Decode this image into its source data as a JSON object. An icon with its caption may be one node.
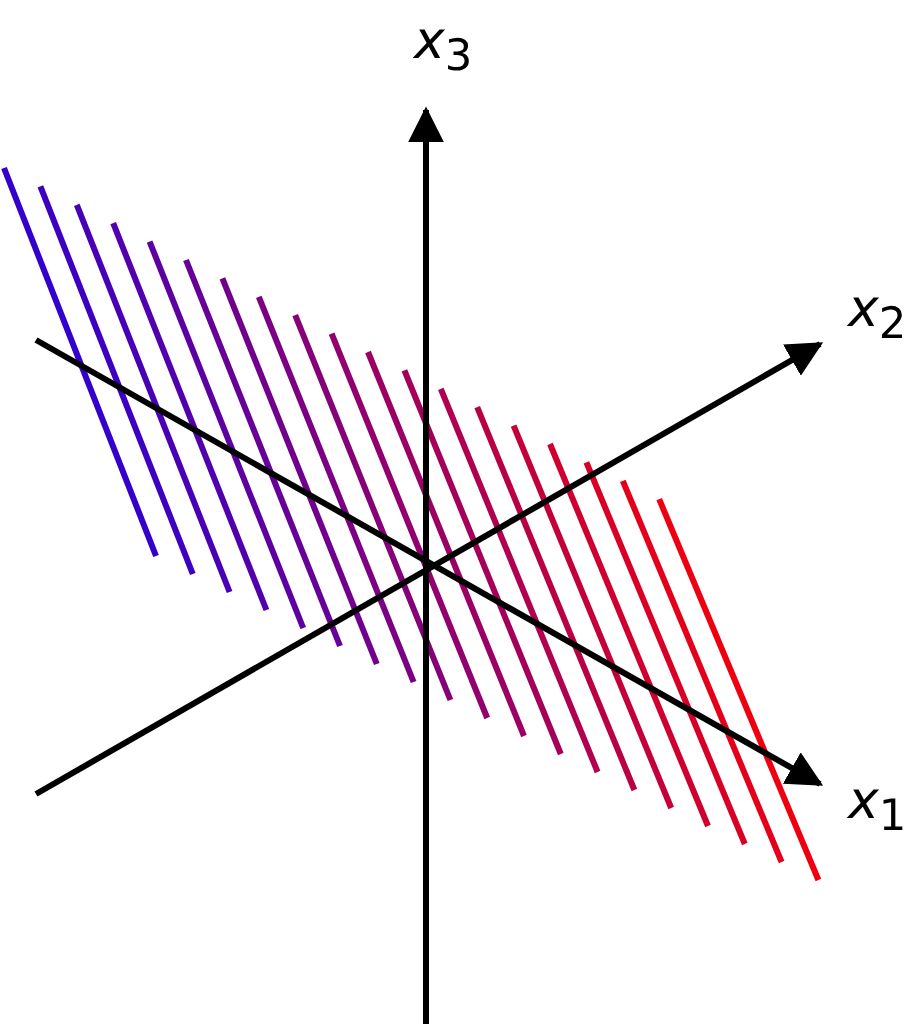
{
  "diagram": {
    "labels": [
      "*x*$_{3}$",
      "*x*$_{2}$",
      "*x*$_{1}$"
    ]
  }
}
